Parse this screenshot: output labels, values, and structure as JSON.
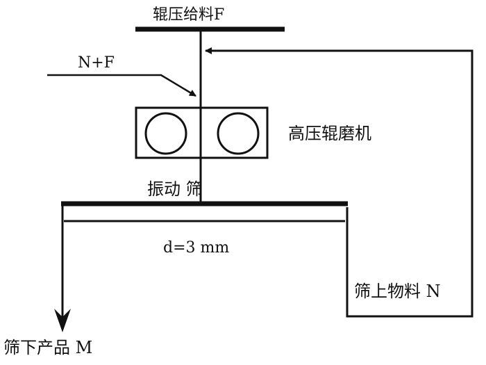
{
  "labels": {
    "feed": "辊压给料F",
    "new_feed": "N+F",
    "hpgr": "高压辊磨机",
    "screen": "振动 筛",
    "aperture": "d=3 mm",
    "oversize": "筛上物料 N",
    "undersize": "筛下产品 M"
  },
  "colors": {
    "line": "#111111",
    "background": "#ffffff"
  }
}
